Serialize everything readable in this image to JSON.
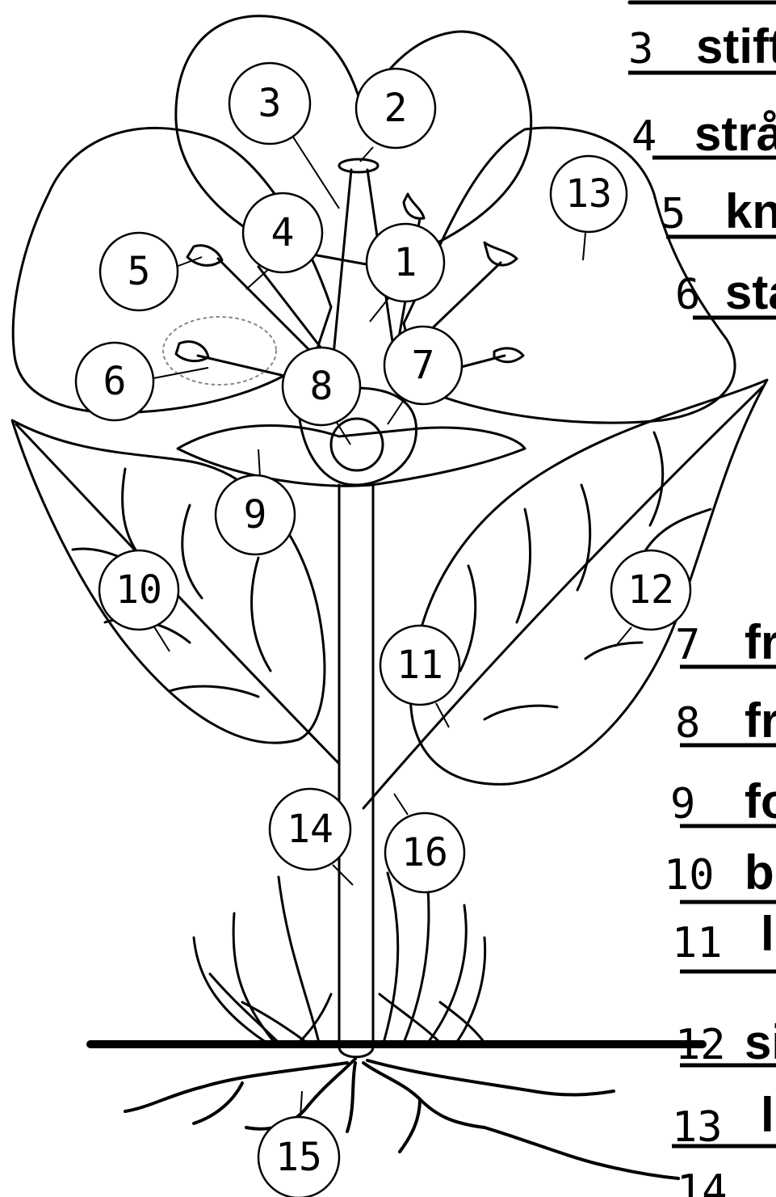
{
  "worksheet": {
    "bubble_numbers": [
      "1",
      "2",
      "3",
      "4",
      "5",
      "6",
      "7",
      "8",
      "9",
      "10",
      "11",
      "12",
      "13",
      "14",
      "15",
      "16"
    ],
    "answers": [
      {
        "num": "3",
        "word": "stift"
      },
      {
        "num": "4",
        "word": "strå"
      },
      {
        "num": "5",
        "word": "kn"
      },
      {
        "num": "6",
        "word": "sta"
      },
      {
        "num": "7",
        "word": "fr"
      },
      {
        "num": "8",
        "word": "fr"
      },
      {
        "num": "9",
        "word": "fo"
      },
      {
        "num": "10",
        "word": "b"
      },
      {
        "num": "11",
        "word": "l"
      },
      {
        "num": "12",
        "word": "si"
      },
      {
        "num": "13",
        "word": "l"
      },
      {
        "num": "14",
        "word": ""
      }
    ]
  }
}
